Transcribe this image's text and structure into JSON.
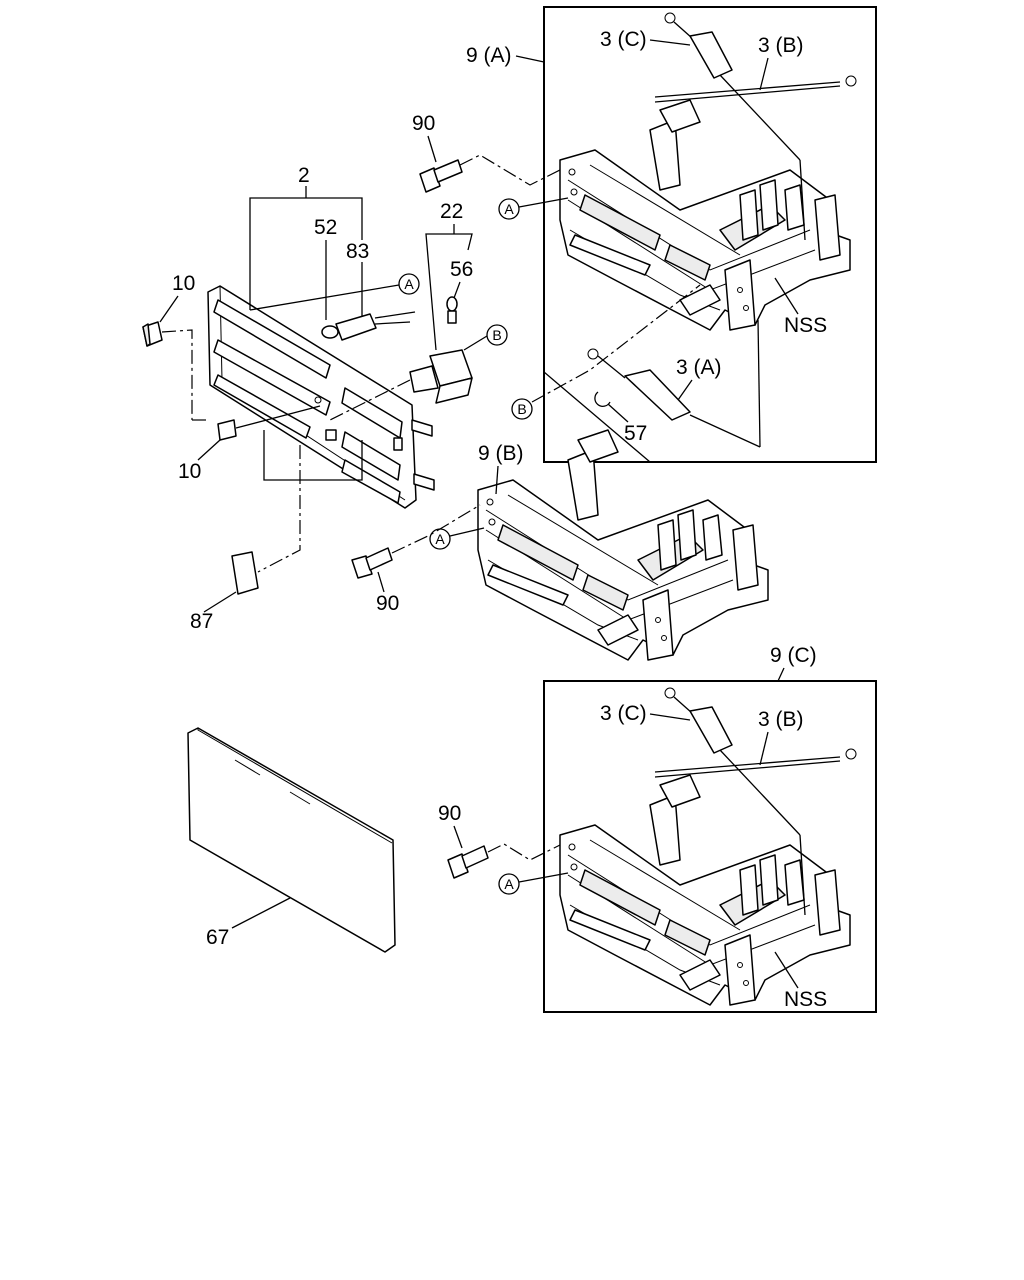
{
  "callouts": {
    "c2": "2",
    "c52": "52",
    "c83": "83",
    "c22": "22",
    "c56": "56",
    "c10a": "10",
    "c10b": "10",
    "c87": "87",
    "c67": "67",
    "c90a": "90",
    "c90b": "90",
    "c90c": "90",
    "c57": "57",
    "c9a": "9 (A)",
    "c9b": "9 (B)",
    "c9c": "9 (C)",
    "c3a": "3 (A)",
    "c3b1": "3 (B)",
    "c3c1": "3 (C)",
    "c3b2": "3 (B)",
    "c3c2": "3 (C)",
    "nss1": "NSS",
    "nss2": "NSS"
  },
  "circle_refs": {
    "a1": "A",
    "a2": "A",
    "a3": "A",
    "a4": "A",
    "b1": "B",
    "b2": "B"
  }
}
